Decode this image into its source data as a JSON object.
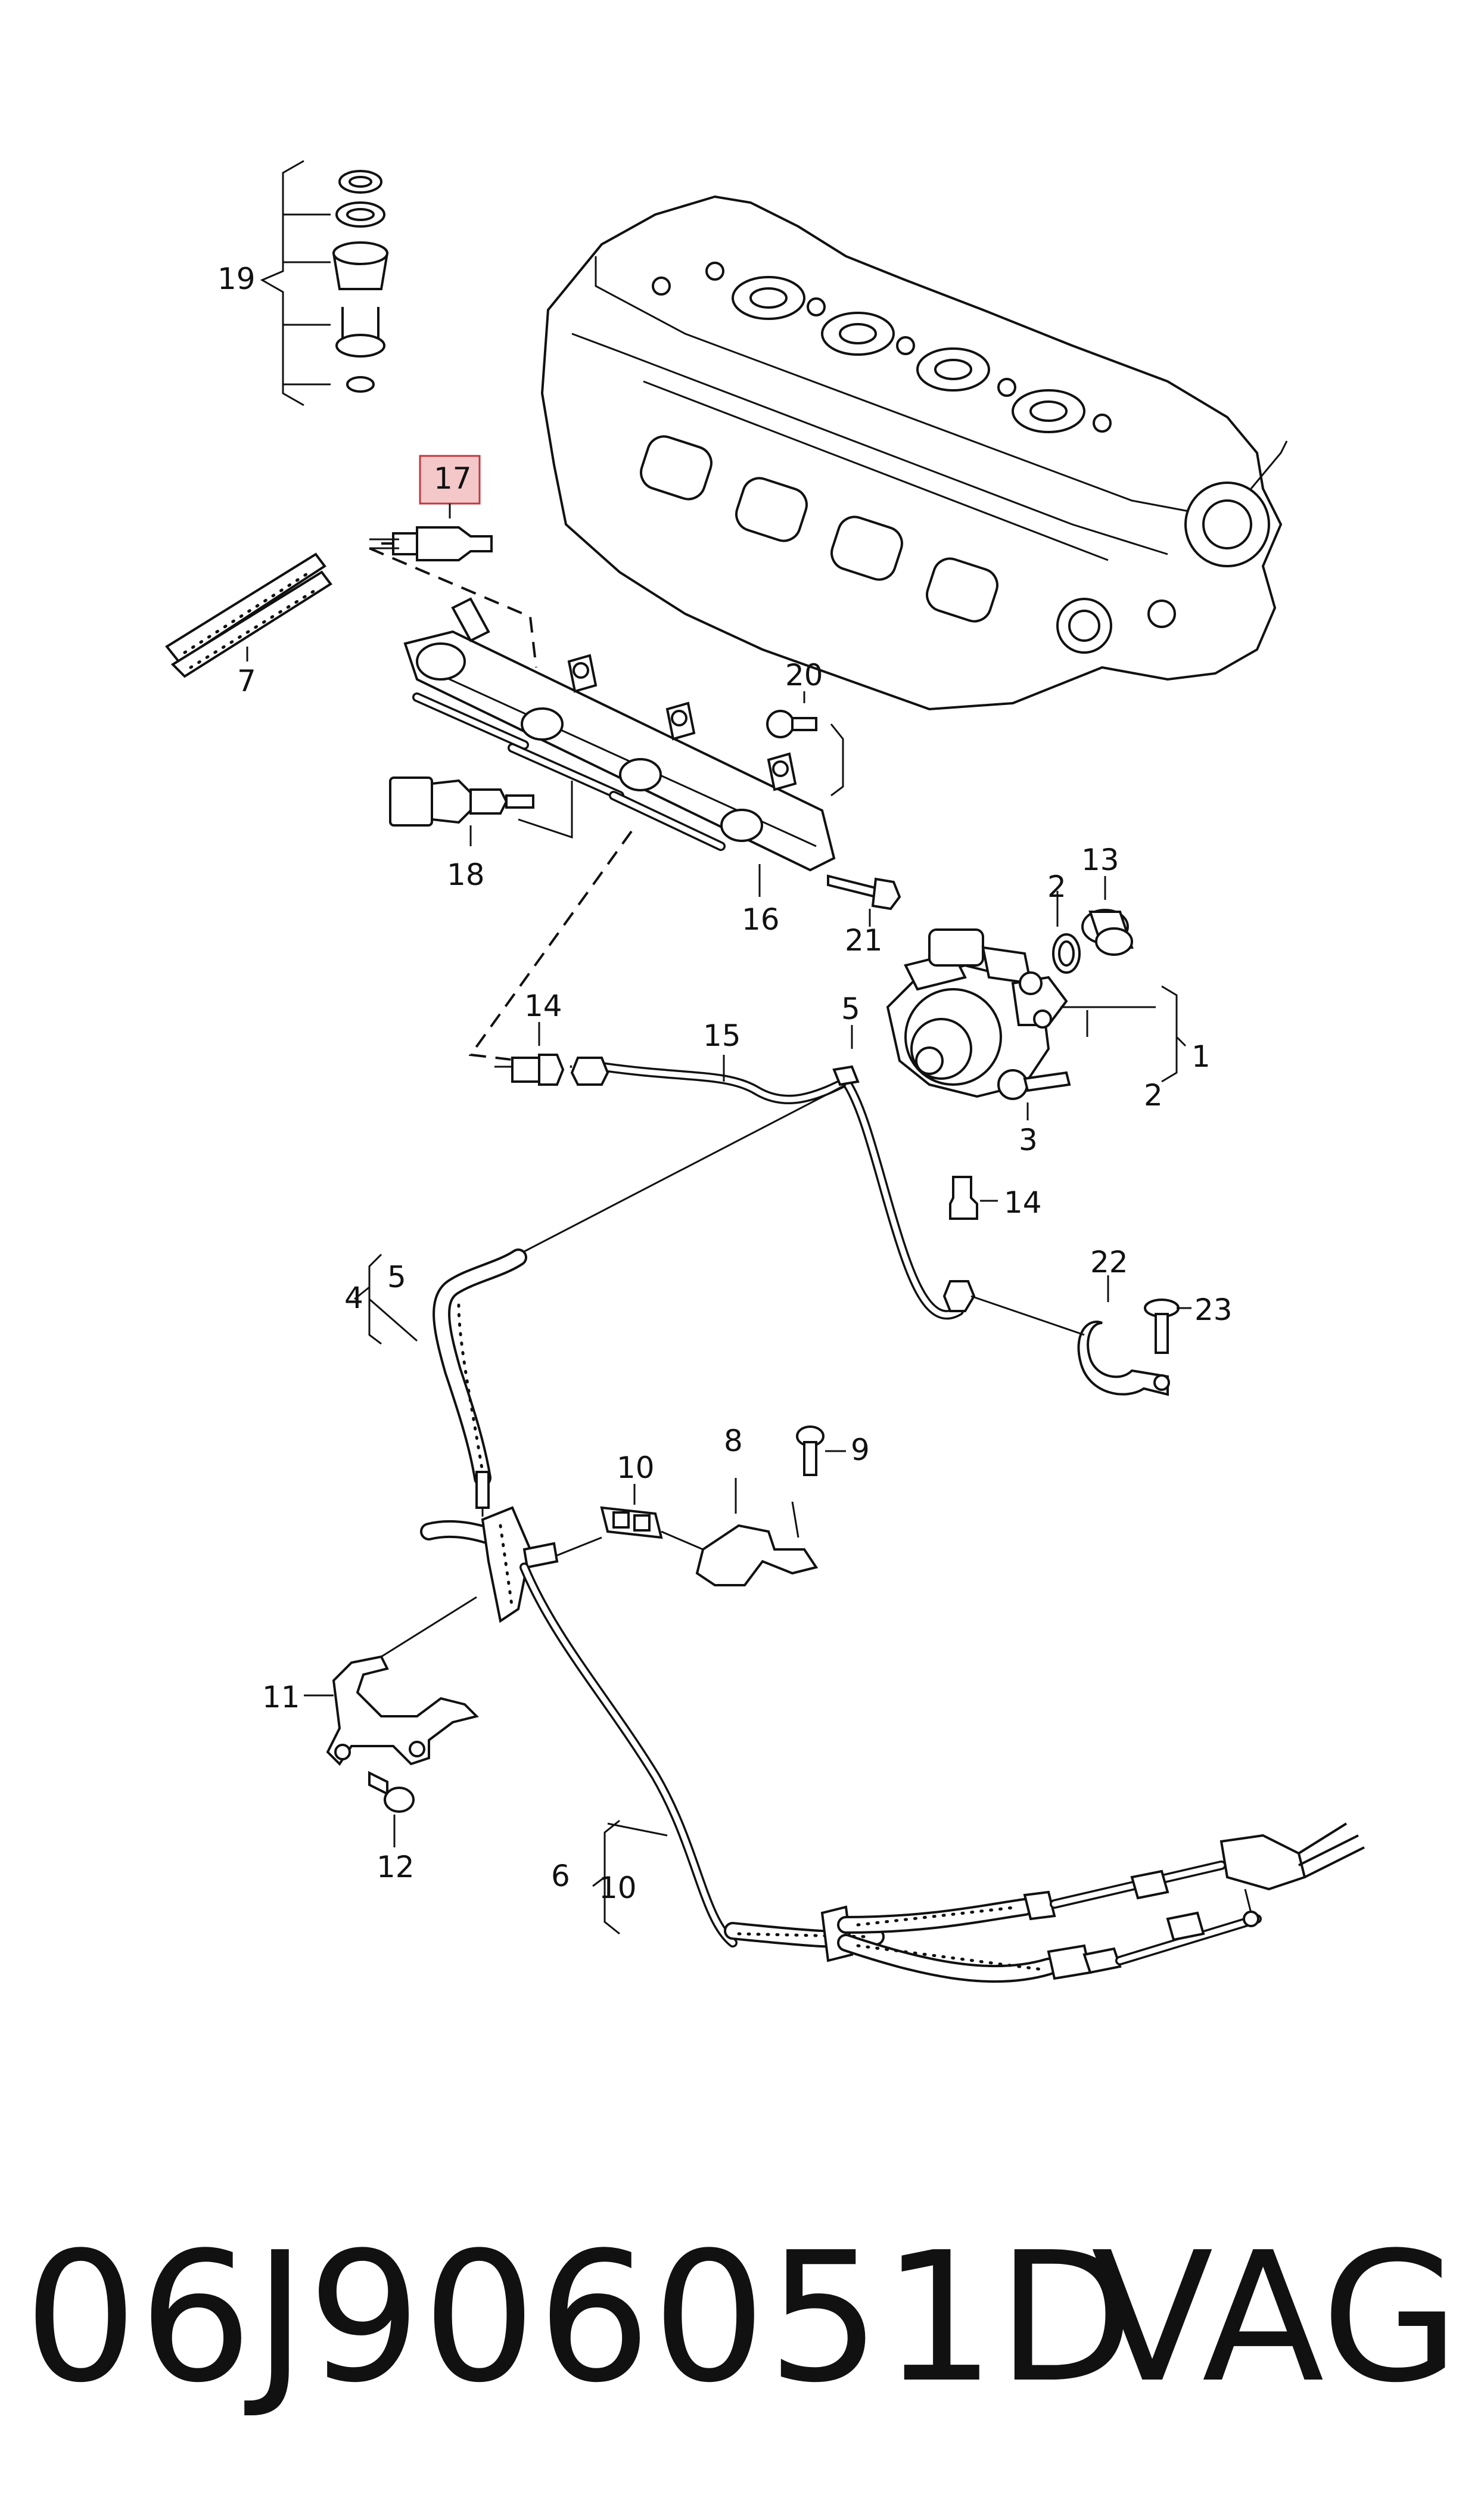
{
  "diagram": {
    "callouts": {
      "c1": "1",
      "c2a": "2",
      "c2b": "2",
      "c3": "3",
      "c4": "4",
      "c5a": "5",
      "c5b": "5",
      "c6": "6",
      "c7": "7",
      "c8": "8",
      "c9": "9",
      "c10a": "10",
      "c10b": "10",
      "c11": "11",
      "c12": "12",
      "c13": "13",
      "c14a": "14",
      "c14b": "14",
      "c15": "15",
      "c16": "16",
      "c17": "17",
      "c18": "18",
      "c19": "19",
      "c20": "20",
      "c21": "21",
      "c22": "22",
      "c23": "23"
    },
    "highlight_color": "#f4c7c9",
    "highlight_border": "#c0393f"
  },
  "footer": {
    "part_number": "06J906051D",
    "brand": "VAG"
  }
}
